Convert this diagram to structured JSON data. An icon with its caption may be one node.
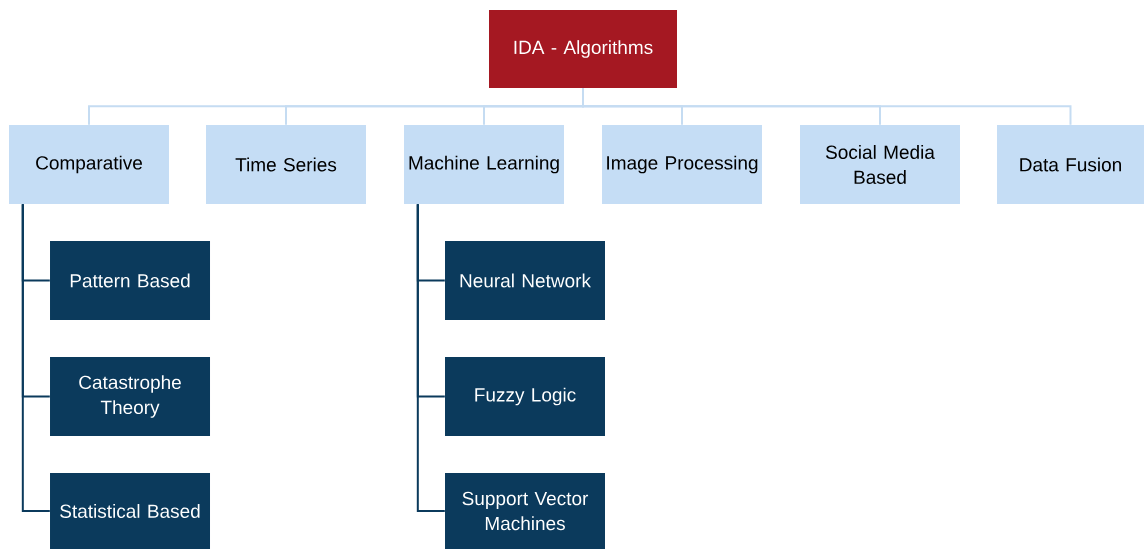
{
  "diagram": {
    "nodes": [
      {
        "text": [
          "IDA - Algorithms"
        ]
      },
      {
        "text": [
          "Comparative"
        ]
      },
      {
        "text": [
          "Time Series"
        ]
      },
      {
        "text": [
          "Machine Learning"
        ]
      },
      {
        "text": [
          "Image Processing"
        ]
      },
      {
        "text": [
          "Social Media Based"
        ]
      },
      {
        "text": [
          "Data Fusion"
        ]
      },
      {
        "text": [
          "Pattern Based"
        ]
      },
      {
        "text": [
          "Catastrophe Theory"
        ]
      },
      {
        "text": [
          "Statistical Based"
        ]
      },
      {
        "text": [
          "Neural Network"
        ]
      },
      {
        "text": [
          "Fuzzy Logic"
        ]
      },
      {
        "text": [
          "Support Vector Machines"
        ]
      }
    ],
    "edges": [
      {
        "from": 0,
        "to": 1,
        "arrow": "none"
      },
      {
        "from": 0,
        "to": 2,
        "arrow": "none"
      },
      {
        "from": 0,
        "to": 3,
        "arrow": "none"
      },
      {
        "from": 0,
        "to": 4,
        "arrow": "none"
      },
      {
        "from": 0,
        "to": 5,
        "arrow": "none"
      },
      {
        "from": 0,
        "to": 6,
        "arrow": "none"
      },
      {
        "from": 1,
        "to": 7,
        "arrow": "none",
        "color": "#0b3a5c"
      },
      {
        "from": 1,
        "to": 8,
        "arrow": "none",
        "color": "#0b3a5c"
      },
      {
        "from": 1,
        "to": 9,
        "arrow": "none",
        "color": "#0b3a5c"
      },
      {
        "from": 3,
        "to": 10,
        "arrow": "none",
        "color": "#0b3a5c"
      },
      {
        "from": 3,
        "to": 11,
        "arrow": "none",
        "color": "#0b3a5c"
      },
      {
        "from": 3,
        "to": 12,
        "arrow": "none",
        "color": "#0b3a5c"
      }
    ]
  }
}
